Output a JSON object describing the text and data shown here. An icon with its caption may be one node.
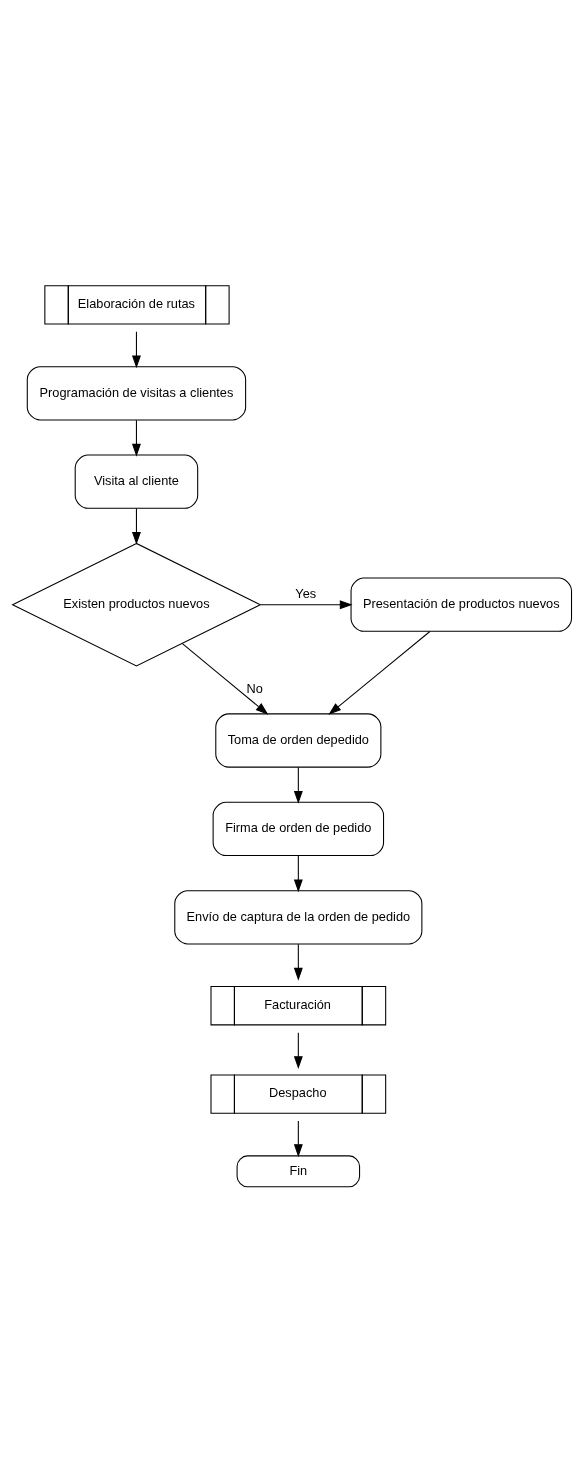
{
  "diagram": {
    "nodes": [
      {
        "text": [
          "Elaboración de rutas"
        ]
      },
      {
        "text": [
          "Programación de visitas a clientes"
        ]
      },
      {
        "text": [
          "Visita al cliente"
        ]
      },
      {
        "text": [
          "Existen productos nuevos"
        ]
      },
      {
        "text": [
          "Presentación de productos nuevos"
        ]
      },
      {
        "text": [
          "Toma de orden depedido"
        ]
      },
      {
        "text": [
          "Firma de orden de pedido"
        ]
      },
      {
        "text": [
          "Envío de captura de la orden de pedido"
        ]
      },
      {
        "text": [
          "Facturación"
        ]
      },
      {
        "text": [
          "Despacho"
        ]
      },
      {
        "text": [
          "Fin"
        ]
      }
    ],
    "edges": [
      {
        "from": 0,
        "to": 1,
        "arrow": "to"
      },
      {
        "from": 1,
        "to": 2,
        "arrow": "to"
      },
      {
        "from": 2,
        "to": 3,
        "arrow": "to"
      },
      {
        "from": 3,
        "to": 4,
        "label": "Yes",
        "arrow": "to"
      },
      {
        "from": 3,
        "to": 5,
        "label": "No",
        "arrow": "to"
      },
      {
        "from": 4,
        "to": 5,
        "arrow": "to"
      },
      {
        "from": 5,
        "to": 6,
        "arrow": "to"
      },
      {
        "from": 6,
        "to": 7,
        "arrow": "to"
      },
      {
        "from": 7,
        "to": 8,
        "arrow": "to"
      },
      {
        "from": 8,
        "to": 9,
        "arrow": "to"
      },
      {
        "from": 9,
        "to": 10,
        "arrow": "to"
      }
    ]
  }
}
